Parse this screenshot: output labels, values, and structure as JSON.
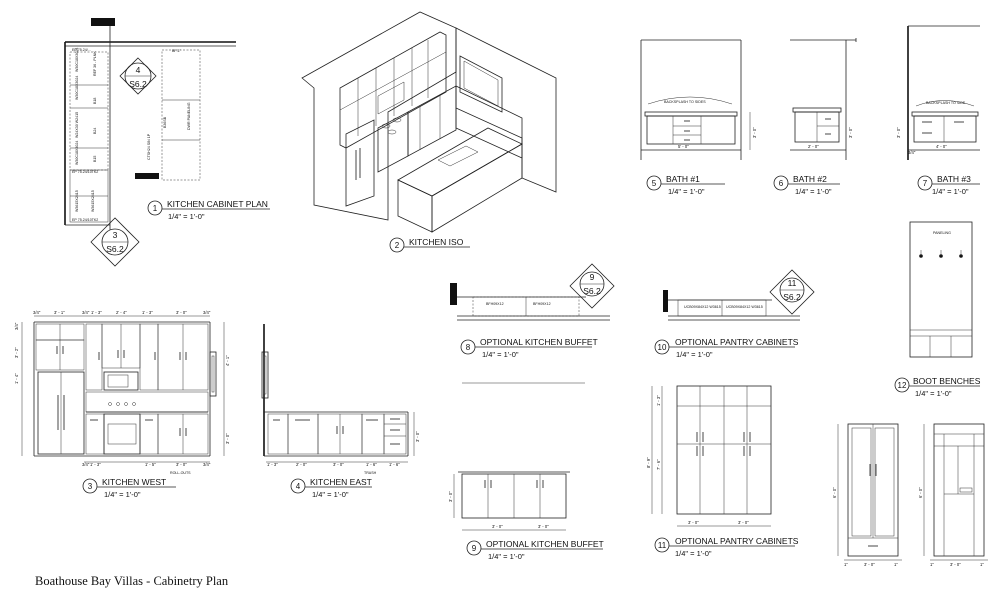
{
  "sheet_title": "Boathouse Bay Villas - Cabinetry Plan",
  "views": [
    {
      "number": "1",
      "title": "KITCHEN CABINET PLAN",
      "scale": "1/4\" = 1'-0\""
    },
    {
      "number": "2",
      "title": "KITCHEN ISO",
      "scale": ""
    },
    {
      "number": "3",
      "title": "KITCHEN WEST",
      "scale": "1/4\" = 1'-0\""
    },
    {
      "number": "4",
      "title": "KITCHEN EAST",
      "scale": "1/4\" = 1'-0\""
    },
    {
      "number": "5",
      "title": "BATH #1",
      "scale": "1/4\" = 1'-0\""
    },
    {
      "number": "6",
      "title": "BATH #2",
      "scale": "1/4\" = 1'-0\""
    },
    {
      "number": "7",
      "title": "BATH #3",
      "scale": "1/4\" = 1'-0\""
    },
    {
      "number": "8",
      "title": "OPTIONAL KITCHEN BUFFET",
      "scale": "1/4\" = 1'-0\""
    },
    {
      "number": "10",
      "title": "OPTIONAL PANTRY CABINETS",
      "scale": "1/4\" = 1'-0\""
    },
    {
      "number": "12",
      "title": "BOOT BENCHES",
      "scale": "1/4\" = 1'-0\""
    },
    {
      "number": "9",
      "title": "OPTIONAL KITCHEN BUFFET",
      "scale": "1/4\" = 1'-0\""
    },
    {
      "number": "11",
      "title": "OPTIONAL PANTRY CABINETS",
      "scale": "1/4\" = 1'-0\""
    }
  ],
  "section_markers": [
    {
      "number": "4",
      "sheet": "S6.2"
    },
    {
      "number": "3",
      "sheet": "S6.2"
    },
    {
      "number": "9",
      "sheet": "S6.2"
    },
    {
      "number": "11",
      "sheet": "S6.2"
    }
  ],
  "annotations": {
    "backsplash_sides": "BACKSPLASH TO SIDES",
    "backsplash_side": "BACKSPLASH TO SIDE",
    "paneling": "PANELING",
    "roll_outs": "ROLL-OUTS",
    "trash": "TRASH",
    "ep_top": "EP 75.24/10TK2",
    "ep_bottom": "EP 75.24/10TK2",
    "buffet_tag_a": "BFH09X12",
    "buffet_tag_b": "BFH09X12",
    "pantry_tag_a": "UCB09X84X12 W3615",
    "pantry_tag_b": "UCB09X84X12 W3615"
  },
  "dimensions": {
    "bath1_width": "5' - 0\"",
    "bath2_width": "2' - 0\"",
    "bath3_width": "4' - 0\"",
    "bath_height": "3' - 0\"",
    "bath3_side": "3/4\"",
    "west_top": [
      "3/4\"",
      "3' - 1\"",
      "3/4\"",
      "1' - 3\"",
      "2' - 4\"",
      "1' - 3\"",
      "3' - 0\"",
      "3/4\""
    ],
    "west_bottom": [
      "3/4\"",
      "1' - 3\"",
      "1' - 5\"",
      "3' - 0\"",
      "3/4\""
    ],
    "west_left": [
      "3/4\"",
      "3' - 2\"",
      "1' - 4\""
    ],
    "west_right": [
      "4' - 1\"",
      "3' - 0\""
    ],
    "east_bottom": [
      "1' - 3\"",
      "2' - 0\"",
      "3' - 0\"",
      "1' - 6\"",
      "1' - 6\""
    ],
    "east_right": "3' - 0\"",
    "buffet_widths": [
      "3' - 0\"",
      "3' - 0\""
    ],
    "buffet_height": "3' - 0\"",
    "pantry_widths": [
      "3' - 0\"",
      "3' - 0\""
    ],
    "pantry_heights": [
      "1' - 3\"",
      "8' - 9\"",
      "7' - 6\""
    ],
    "locker_height": "6' - 0\"",
    "locker_bottom": [
      "1\"",
      "3' - 0\"",
      "1\""
    ]
  }
}
